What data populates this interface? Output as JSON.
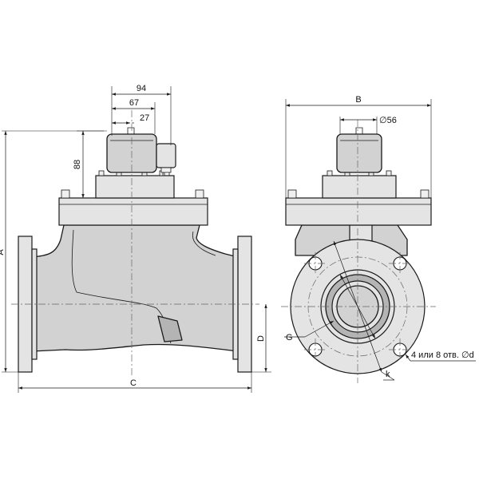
{
  "dimensions": {
    "d94": "94",
    "d67": "67",
    "d27": "27",
    "d88": "88",
    "A": "A",
    "C": "C",
    "D": "D",
    "B": "B",
    "phi56": "∅56",
    "G": "G",
    "k": "k",
    "holes": "4 или 8 отв. ∅d"
  }
}
